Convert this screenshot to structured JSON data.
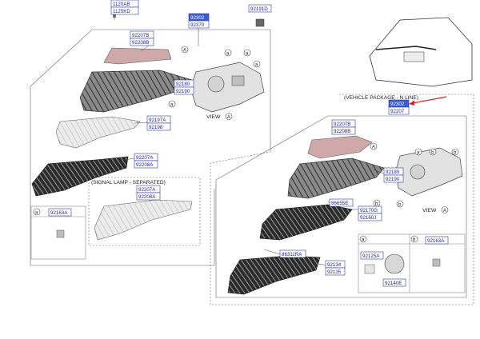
{
  "callouts": {
    "c1120ab": "1120AB",
    "c1125kd": "1125KD",
    "c92302": "92302",
    "c92370": "92370",
    "c92191d": "92191D",
    "c92207b": "92207B",
    "c92208b": "92208B",
    "c92180": "92180",
    "c92190": "92190",
    "c92197a": "92197A",
    "c92198": "92198",
    "c92207a": "92207A",
    "c92208a": "92208A",
    "c92163a_left": "92163A",
    "c92207a_sig": "92207A",
    "c92208a_sig": "92208A",
    "c92302_n": "92302",
    "c92207_n": "92207",
    "c92207b_n": "92207B",
    "c92208b_n": "92208B",
    "c92180_n": "92180",
    "c92190_n": "92190",
    "c86655e": "86655E",
    "c92170g": "92170G",
    "c92160j": "92160J",
    "c86311ra": "86311RA",
    "c92134": "92134",
    "c92135": "92135",
    "c92125a": "92125A",
    "c92140e": "92140E",
    "c92163a_right": "92163A"
  },
  "notes": {
    "signal_lamp": "(SIGNAL LAMP - SEPARATED)",
    "vehicle_package": "(VEHICLE PACKAGE - N LINE)",
    "view_label": "VIEW"
  },
  "markers": {
    "a": "a",
    "b": "b",
    "A": "A"
  },
  "colors": {
    "highlight": "#3b5bdb",
    "arrow": "#e02020",
    "callout_text": "#1a1aa8"
  }
}
